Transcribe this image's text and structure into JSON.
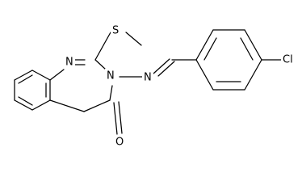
{
  "molecule": {
    "labels": {
      "s": "S",
      "n1": "N",
      "n3": "N",
      "n_imine": "N",
      "cl": "Cl",
      "o": "O"
    }
  }
}
